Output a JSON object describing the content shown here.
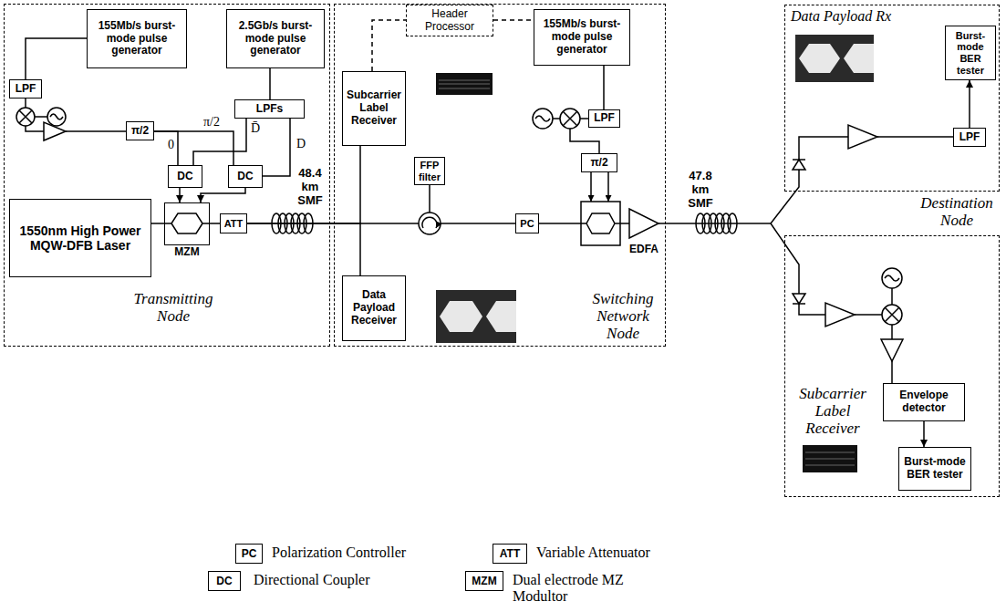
{
  "diagram": {
    "nodes": [
      {
        "text": [
          "Transmitting Node"
        ]
      },
      {
        "text": [
          "155Mb/s burst-mode pulse generator"
        ],
        "in": 0
      },
      {
        "text": [
          "2.5Gb/s burst-mode pulse generator"
        ],
        "in": 0
      },
      {
        "text": [
          "LPF"
        ],
        "in": 0
      },
      {
        "text": [
          "LPFs"
        ],
        "in": 0
      },
      {
        "text": [
          "π/2"
        ],
        "in": 0
      },
      {
        "text": [
          "DC"
        ],
        "in": 0
      },
      {
        "text": [
          "DC"
        ],
        "in": 0
      },
      {
        "text": [
          "1550nm High Power MQW-DFB Laser"
        ],
        "in": 0
      },
      {
        "text": [
          "MZM"
        ],
        "in": 0
      },
      {
        "text": [
          "ATT"
        ],
        "in": 0
      },
      {
        "text": [
          "Switching Network Node"
        ]
      },
      {
        "text": [
          "Header Processor"
        ],
        "in": 11
      },
      {
        "text": [
          "155Mb/s burst-mode pulse generator"
        ],
        "in": 11
      },
      {
        "text": [
          "Subcarrier Label Receiver"
        ],
        "in": 11
      },
      {
        "text": [
          "LPF"
        ],
        "in": 11
      },
      {
        "text": [
          "FFP filter"
        ],
        "in": 11
      },
      {
        "text": [
          "π/2"
        ],
        "in": 11
      },
      {
        "text": [
          "PC"
        ],
        "in": 11
      },
      {
        "text": [
          "EDFA"
        ],
        "in": 11
      },
      {
        "text": [
          "Data Payload Receiver"
        ],
        "in": 11
      },
      {
        "text": [
          "Data Payload Rx"
        ]
      },
      {
        "text": [
          "Burst-mode BER tester"
        ],
        "in": 21
      },
      {
        "text": [
          "LPF"
        ],
        "in": 21
      },
      {
        "text": [
          "Subcarrier Label Receiver"
        ]
      },
      {
        "text": [
          "Envelope detector"
        ],
        "in": 24
      },
      {
        "text": [
          "Burst-mode BER tester"
        ],
        "in": 24
      }
    ],
    "edges": [
      {
        "from": 1,
        "to": 3,
        "arrow": "none"
      },
      {
        "from": 2,
        "to": 4,
        "arrow": "none"
      },
      {
        "from": 5,
        "to": 6,
        "label": "0",
        "arrow": "none"
      },
      {
        "from": 5,
        "to": 7,
        "label": "π/2",
        "arrow": "none"
      },
      {
        "from": 4,
        "to": 6,
        "label": "D̄",
        "arrow": "none"
      },
      {
        "from": 4,
        "to": 7,
        "label": "D",
        "arrow": "none"
      },
      {
        "from": 6,
        "to": 9,
        "arrow": "to"
      },
      {
        "from": 7,
        "to": 9,
        "arrow": "to"
      },
      {
        "from": 8,
        "to": 9,
        "arrow": "none"
      },
      {
        "from": 9,
        "to": 10,
        "arrow": "none"
      },
      {
        "from": 10,
        "to": 14,
        "arrow": "none"
      },
      {
        "from": 10,
        "to": 20,
        "arrow": "none"
      },
      {
        "from": 14,
        "to": 12,
        "arrow": "none"
      },
      {
        "from": 12,
        "to": 13,
        "arrow": "none"
      },
      {
        "from": 13,
        "to": 15,
        "arrow": "none"
      },
      {
        "from": 23,
        "to": 22,
        "arrow": "to"
      },
      {
        "from": 25,
        "to": 26,
        "arrow": "to"
      }
    ],
    "labels": [
      "48.4 km SMF",
      "47.8 km SMF",
      "Destination Node",
      "PC",
      "ATT",
      "DC",
      "MZM"
    ],
    "legend": [
      {
        "text": "Polarization Controller"
      },
      {
        "text": "Variable Attenuator"
      },
      {
        "text": "Directional Coupler"
      },
      {
        "text": "Dual electrode MZ Modultor"
      }
    ]
  }
}
